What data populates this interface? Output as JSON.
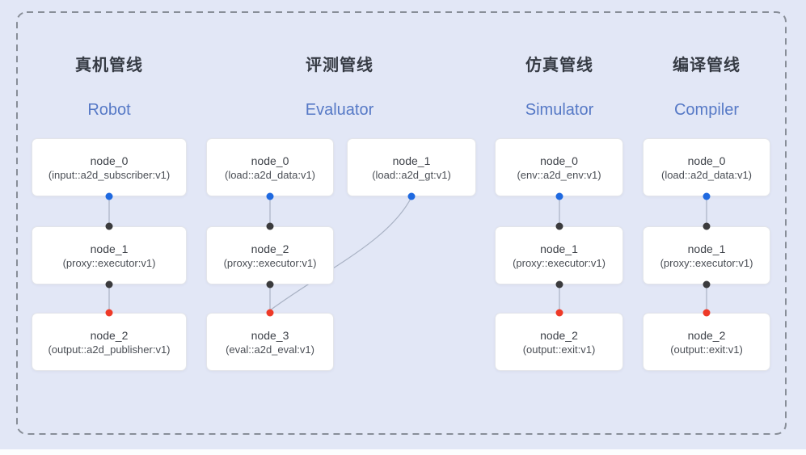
{
  "diagram_title": "pipeline-comparison-diagram",
  "colors": {
    "background": "#e2e7f6",
    "box_bg": "#ffffff",
    "box_border": "#e3e5ea",
    "dashed_border": "#888e98",
    "title_zh": "#363b44",
    "title_en": "#5679c6",
    "node_text": "#3d4148",
    "edge": "#a9b2c4",
    "port_blue": "#1f69e0",
    "port_black": "#3b3b3d",
    "port_red": "#ee3a28"
  },
  "pipelines": [
    {
      "id": "robot",
      "title_zh": "真机管线",
      "title_en": "Robot",
      "nodes": [
        {
          "name": "node_0",
          "detail": "(input::a2d_subscriber:v1)"
        },
        {
          "name": "node_1",
          "detail": "(proxy::executor:v1)"
        },
        {
          "name": "node_2",
          "detail": "(output::a2d_publisher:v1)"
        }
      ]
    },
    {
      "id": "evaluator",
      "title_zh": "评测管线",
      "title_en": "Evaluator",
      "nodes": [
        {
          "name": "node_0",
          "detail": "(load::a2d_data:v1)"
        },
        {
          "name": "node_1",
          "detail": "(load::a2d_gt:v1)"
        },
        {
          "name": "node_2",
          "detail": "(proxy::executor:v1)"
        },
        {
          "name": "node_3",
          "detail": "(eval::a2d_eval:v1)"
        }
      ]
    },
    {
      "id": "simulator",
      "title_zh": "仿真管线",
      "title_en": "Simulator",
      "nodes": [
        {
          "name": "node_0",
          "detail": "(env::a2d_env:v1)"
        },
        {
          "name": "node_1",
          "detail": "(proxy::executor:v1)"
        },
        {
          "name": "node_2",
          "detail": "(output::exit:v1)"
        }
      ]
    },
    {
      "id": "compiler",
      "title_zh": "编译管线",
      "title_en": "Compiler",
      "nodes": [
        {
          "name": "node_0",
          "detail": "(load::a2d_data:v1)"
        },
        {
          "name": "node_1",
          "detail": "(proxy::executor:v1)"
        },
        {
          "name": "node_2",
          "detail": "(output::exit:v1)"
        }
      ]
    }
  ]
}
